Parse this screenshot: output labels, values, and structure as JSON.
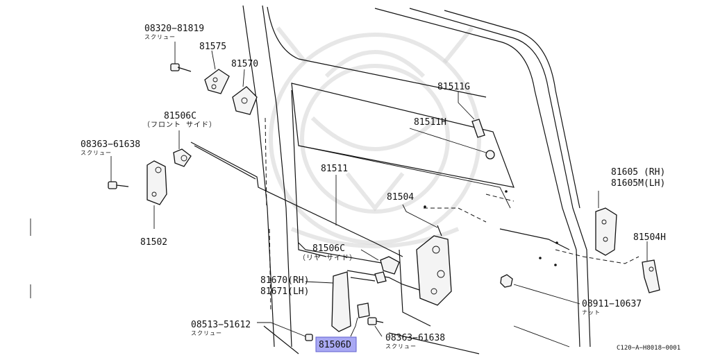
{
  "parts": {
    "p08320_81819": {
      "number": "08320−81819",
      "note": "スクリュー"
    },
    "p81575": {
      "number": "81575"
    },
    "p81570": {
      "number": "81570"
    },
    "p81506c_front": {
      "number": "81506C",
      "note": "（フロント サイド）"
    },
    "p08363_61638_left": {
      "number": "08363−61638",
      "note": "スクリュー"
    },
    "p81502": {
      "number": "81502"
    },
    "p81511": {
      "number": "81511"
    },
    "p81511g": {
      "number": "81511G"
    },
    "p81511h": {
      "number": "81511H"
    },
    "p81504": {
      "number": "81504"
    },
    "p81506c_rear": {
      "number": "81506C",
      "note": "（リヤ サイド）"
    },
    "p81670": {
      "number": "81670(RH)"
    },
    "p81671": {
      "number": "81671(LH)"
    },
    "p08513_51612": {
      "number": "08513−51612",
      "note": "スクリュー"
    },
    "p81506d": {
      "number": "81506D"
    },
    "p08363_61638_right": {
      "number": "08363−61638",
      "note": "スクリュー"
    },
    "p81605": {
      "number": "81605  (RH)"
    },
    "p81605m": {
      "number": "81605M(LH)"
    },
    "p81504h": {
      "number": "81504H"
    },
    "p08911_10637": {
      "number": "08911−10637",
      "note": "ナット"
    }
  },
  "reference_code": "C120−A−H8018−0001",
  "highlight_color": "#a9a9f3"
}
